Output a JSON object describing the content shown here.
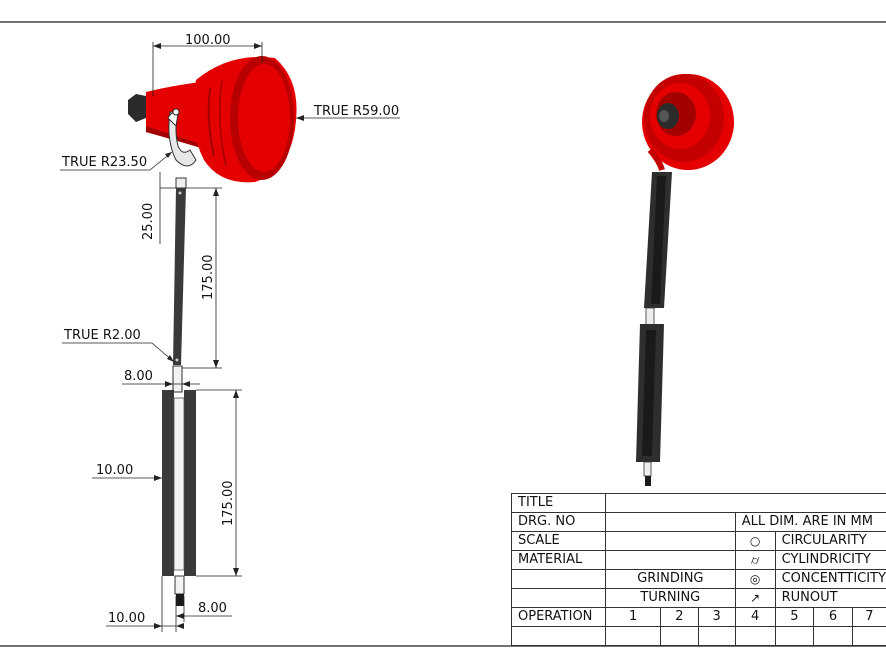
{
  "dimensions": {
    "width_top": "100.00",
    "true_r59": "TRUE R59.00",
    "true_r23": "TRUE R23.50",
    "dim_25": "25.00",
    "dim_175_upper": "175.00",
    "true_r2": "TRUE R2.00",
    "dim_8_upper": "8.00",
    "dim_10_mid": "10.00",
    "dim_175_lower": "175.00",
    "dim_10_bottom": "10.00",
    "dim_8_bottom": "8.00"
  },
  "title_block": {
    "title": "TITLE",
    "drg_no": "DRG. NO",
    "scale": "SCALE",
    "material": "MATERIAL",
    "grinding": "GRINDING",
    "turning": "TURNING",
    "operation": "OPERATION",
    "all_dim": "ALL DIM. ARE IN MM",
    "circularity": "CIRCULARITY",
    "cylindricity": "CYLINDRICITY",
    "concentricity": "CONCENTTICITY",
    "runout": "RUNOUT",
    "op_numbers": [
      "1",
      "2",
      "3",
      "4",
      "5",
      "6",
      "7"
    ],
    "symbols": {
      "circularity": "○",
      "cylindricity": "⌭",
      "concentricity": "◎",
      "runout": "↗"
    }
  },
  "colors": {
    "lamp_red": "#e40000",
    "lamp_dark_red": "#a30000",
    "rod_dark": "#3a3a3a",
    "line": "#111111"
  }
}
